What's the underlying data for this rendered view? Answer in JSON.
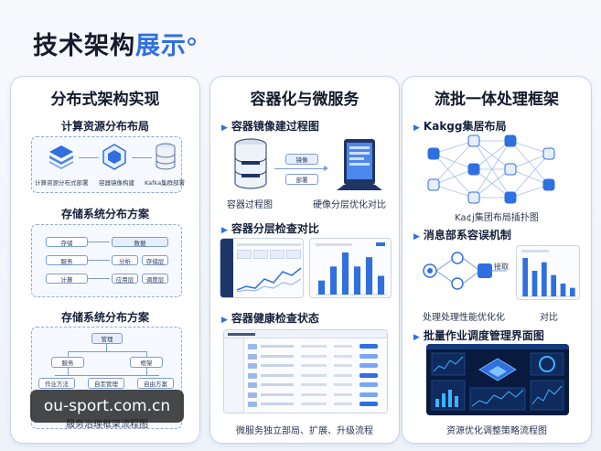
{
  "page": {
    "title_main": "技术架构",
    "title_accent": "展示"
  },
  "panels": {
    "distributed": {
      "title": "分布式架构实现",
      "sec1": "计算资源分布布局",
      "sec1_labels": [
        "计算资源分布式部署",
        "容器镜像构建",
        "Kafka集群部署"
      ],
      "sec2": "存储系统分布方案",
      "sec2_boxes": [
        "存储",
        "服务",
        "计算",
        "数据",
        "分析",
        "存储层",
        "应用层",
        "调度层"
      ],
      "sec3": "存储系统分布方案",
      "sec3_boxes": [
        "管理",
        "服务",
        "框架",
        "作业方法",
        "自定管理",
        "自由方案"
      ],
      "sec3_caption": "服务治理框架流程图"
    },
    "container": {
      "title": "容器化与微服务",
      "sec1": "容器镜像建过程图",
      "sec1_arrow_labels": [
        "镜像",
        "部署"
      ],
      "sec1_captions": [
        "容器过程图",
        "硬像分层优化对比"
      ],
      "sec2": "容器分层检查对比",
      "sec3": "容器健康检查状态",
      "footer": "微服务独立部局、扩展、升级流程"
    },
    "stream": {
      "title": "流批一体处理框架",
      "sec1": "Kakgg集居布局",
      "sec1_caption": "Ka¢j集团布局插扑图",
      "sec2": "消息部系容误机制",
      "sec2_label": "接取",
      "sec2_captions": [
        "处理处理性能优化化",
        "对比"
      ],
      "sec3": "批量作业调度管理界面图",
      "footer": "资源优化调整策略流程图"
    }
  },
  "chart_data": [
    {
      "type": "bar",
      "title": "",
      "values": [
        3,
        6,
        9,
        6,
        8,
        4
      ],
      "color": "#2f6fe0"
    },
    {
      "type": "bar",
      "title": "",
      "values": [
        9,
        6,
        8,
        5,
        3,
        2
      ],
      "color": "#2f6fe0"
    }
  ],
  "watermark": "ou-sport.com.cn",
  "colors": {
    "accent": "#2f6fe0",
    "border": "#c9d4e6",
    "dark_screen": "#081a3d"
  }
}
